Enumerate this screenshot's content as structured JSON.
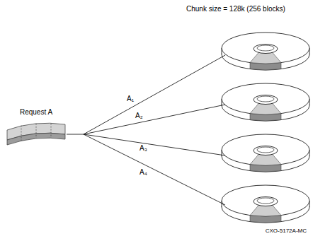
{
  "diagram": {
    "nodes": [
      {
        "text": [
          "Request A"
        ]
      }
    ],
    "labels": [
      "Chunk size = 128k (256 blocks)",
      "A₁",
      "A₂",
      "A₃",
      "A₄",
      "CXO-5172A-MC"
    ]
  }
}
